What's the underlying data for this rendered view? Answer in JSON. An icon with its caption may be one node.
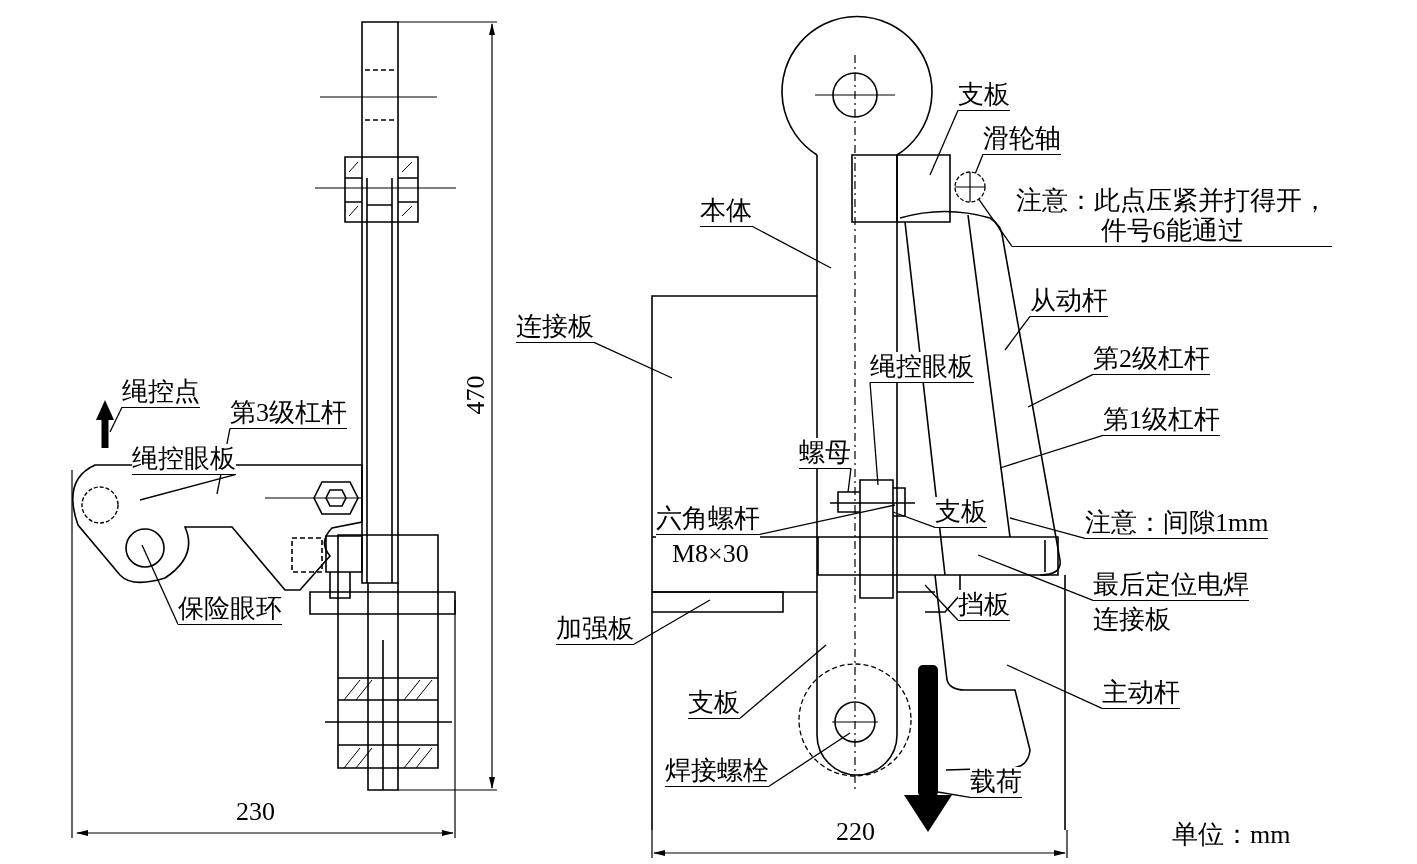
{
  "diagram": {
    "nodes": [
      {
        "text": [
          "绳控点"
        ]
      },
      {
        "text": [
          "第3级杠杆"
        ]
      },
      {
        "text": [
          "绳控眼板"
        ]
      },
      {
        "text": [
          "保险眼环"
        ]
      },
      {
        "text": [
          "支板"
        ]
      },
      {
        "text": [
          "滑轮轴"
        ]
      },
      {
        "text": [
          "本体"
        ]
      },
      {
        "text": [
          "注意：此点压紧并打得开，件号6能通过"
        ]
      },
      {
        "text": [
          "从动杆"
        ]
      },
      {
        "text": [
          "连接板"
        ]
      },
      {
        "text": [
          "绳控眼板"
        ]
      },
      {
        "text": [
          "第2级杠杆"
        ]
      },
      {
        "text": [
          "第1级杠杆"
        ]
      },
      {
        "text": [
          "螺母"
        ]
      },
      {
        "text": [
          "六角螺杆",
          "M8×30"
        ]
      },
      {
        "text": [
          "支板"
        ]
      },
      {
        "text": [
          "注意：间隙1mm"
        ]
      },
      {
        "text": [
          "最后定位电焊",
          "连接板"
        ]
      },
      {
        "text": [
          "加强板"
        ]
      },
      {
        "text": [
          "挡板"
        ]
      },
      {
        "text": [
          "支板"
        ]
      },
      {
        "text": [
          "主动杆"
        ]
      },
      {
        "text": [
          "焊接螺栓"
        ]
      },
      {
        "text": [
          "载荷"
        ]
      },
      {
        "text": [],
        "shape": "circle"
      },
      {
        "text": [],
        "shape": "arrow"
      }
    ],
    "edges": [
      {
        "from": 0,
        "to": null,
        "arrow": "none"
      },
      {
        "from": 1,
        "to": null,
        "arrow": "none"
      },
      {
        "from": 2,
        "to": null,
        "arrow": "none"
      },
      {
        "from": 3,
        "to": null,
        "arrow": "none"
      },
      {
        "from": 4,
        "to": null,
        "arrow": "none"
      },
      {
        "from": 5,
        "to": 24,
        "arrow": "none"
      },
      {
        "from": 6,
        "to": null,
        "arrow": "none"
      },
      {
        "from": 7,
        "to": 24,
        "arrow": "none"
      },
      {
        "from": 8,
        "to": null,
        "arrow": "none"
      },
      {
        "from": 9,
        "to": null,
        "arrow": "none"
      },
      {
        "from": 10,
        "to": null,
        "arrow": "none"
      },
      {
        "from": 11,
        "to": null,
        "arrow": "none"
      },
      {
        "from": 12,
        "to": null,
        "arrow": "none"
      },
      {
        "from": 13,
        "to": null,
        "arrow": "none"
      },
      {
        "from": 14,
        "to": null,
        "arrow": "none"
      },
      {
        "from": 15,
        "to": null,
        "arrow": "none"
      },
      {
        "from": 16,
        "to": null,
        "arrow": "none"
      },
      {
        "from": 17,
        "to": null,
        "arrow": "none"
      },
      {
        "from": 18,
        "to": null,
        "arrow": "none"
      },
      {
        "from": 19,
        "to": null,
        "arrow": "none"
      },
      {
        "from": 20,
        "to": null,
        "arrow": "none"
      },
      {
        "from": 21,
        "to": null,
        "arrow": "none"
      },
      {
        "from": 22,
        "to": null,
        "arrow": "none"
      },
      {
        "from": 23,
        "to": 25,
        "arrow": "none"
      }
    ],
    "labels": [
      "470",
      "230",
      "220",
      "单位：mm"
    ]
  }
}
